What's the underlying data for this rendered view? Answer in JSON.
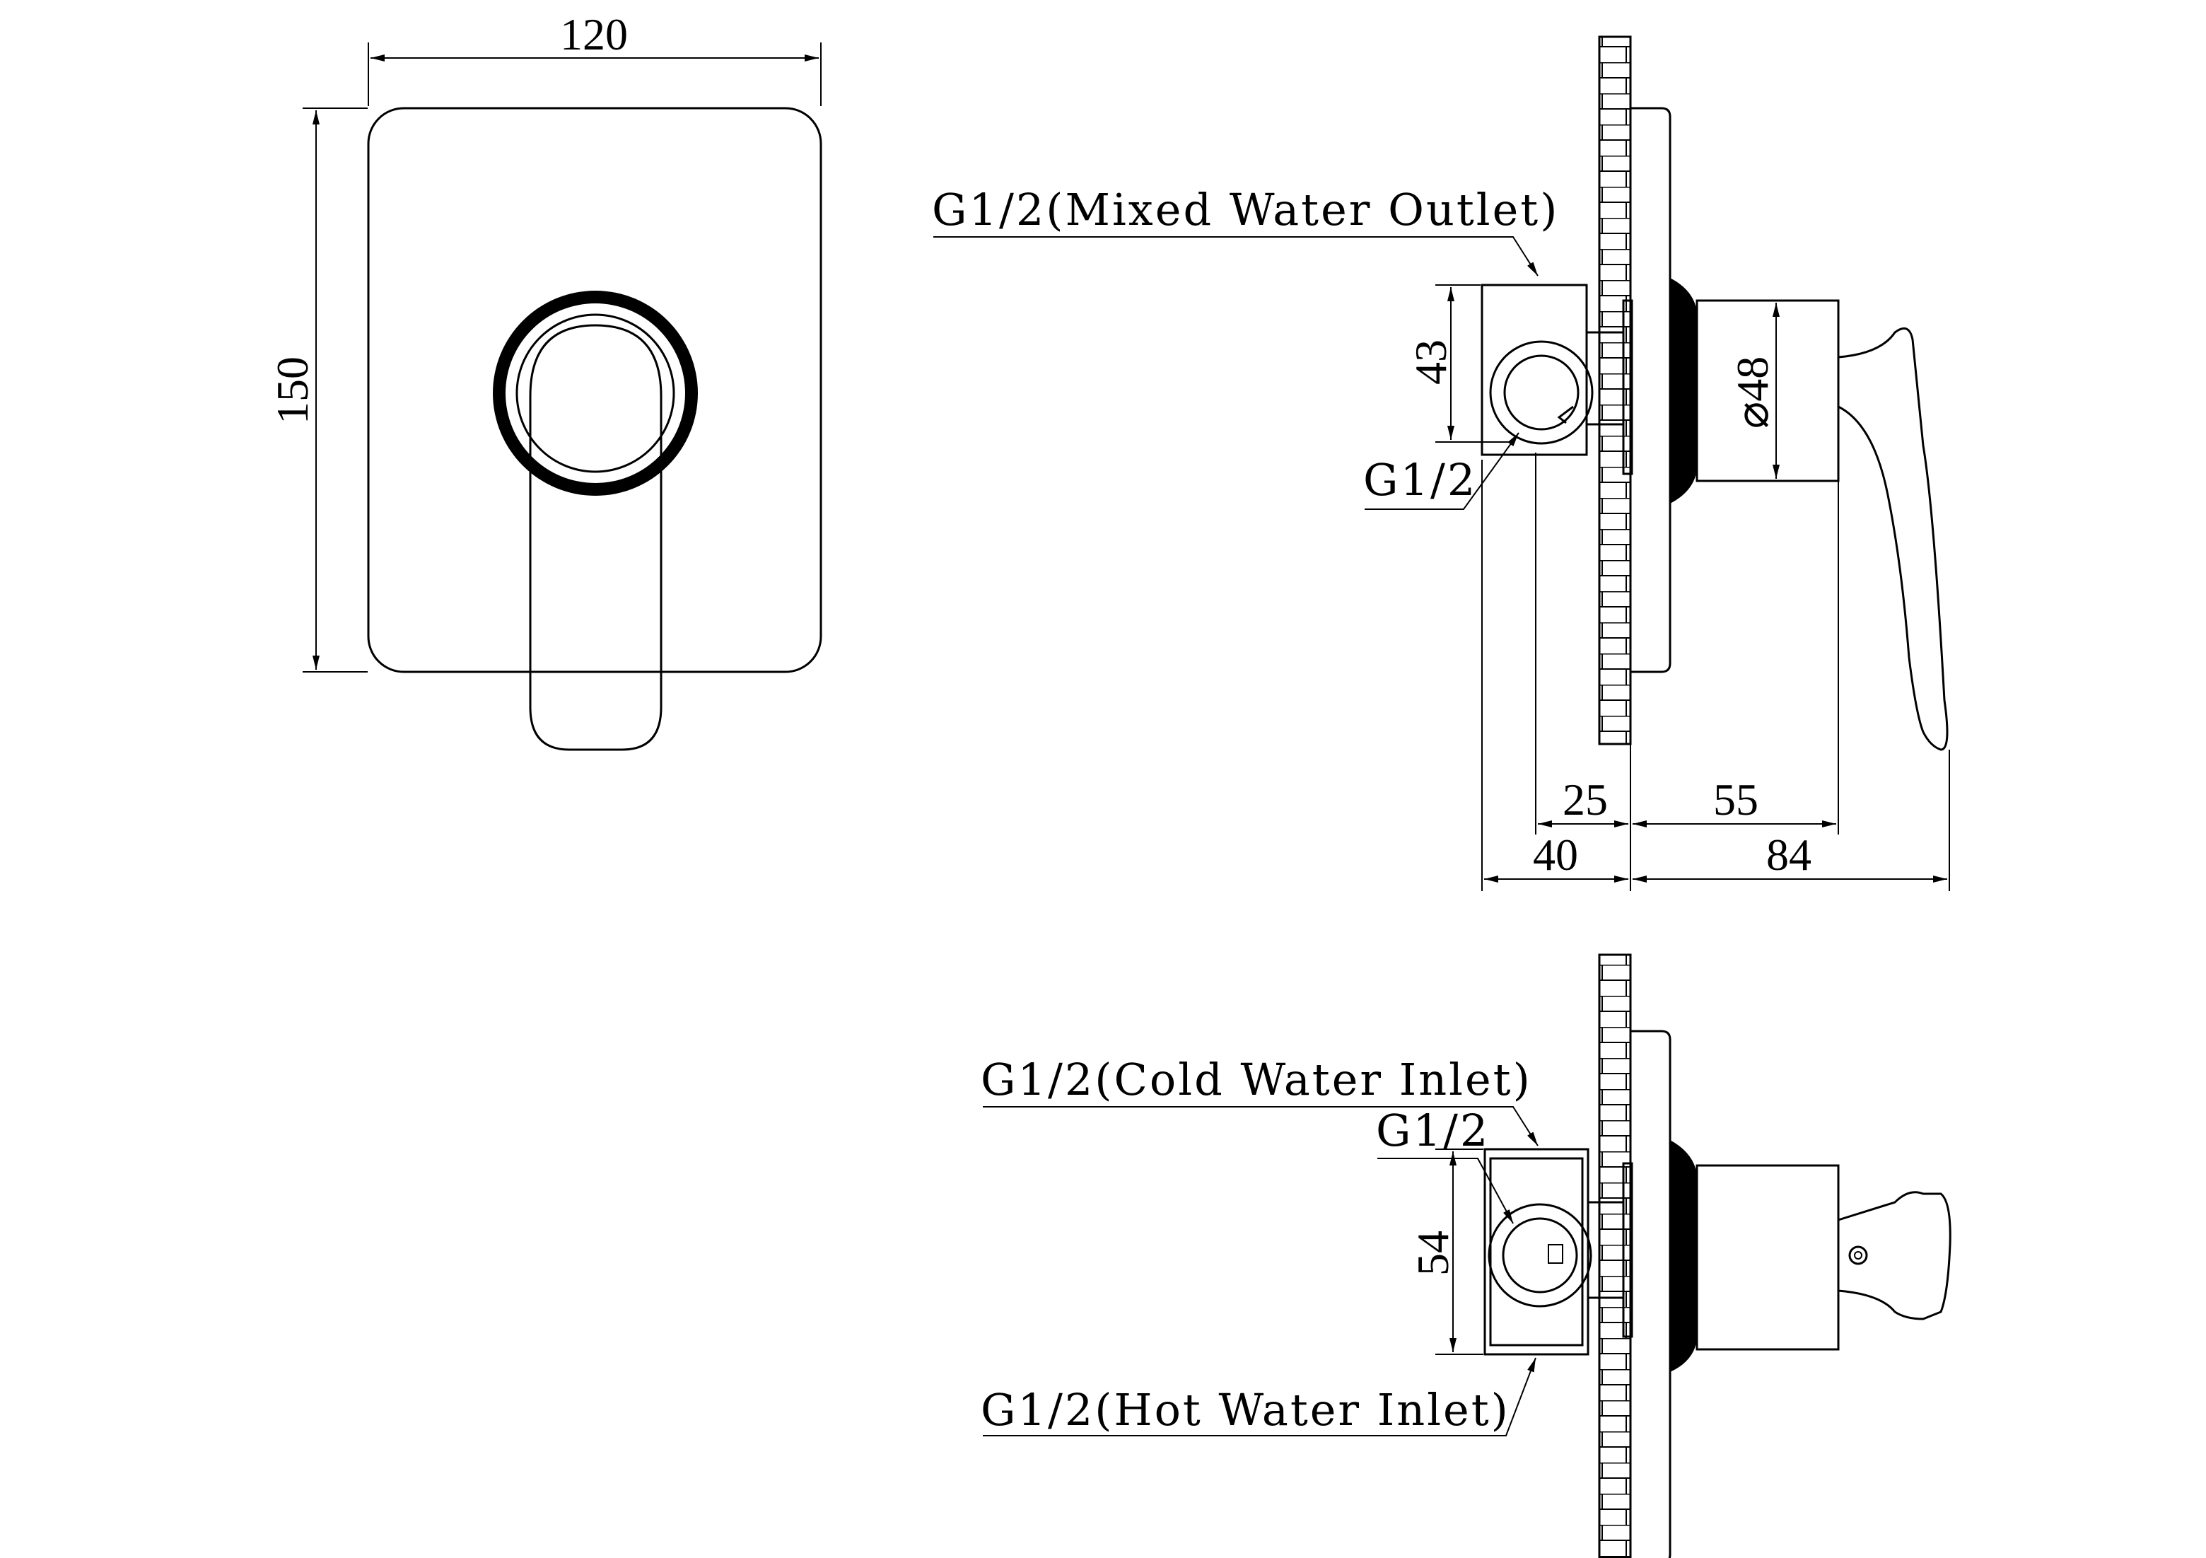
{
  "front_view": {
    "width_dim": "120",
    "height_dim": "150"
  },
  "side_view_top": {
    "label_outlet": "G1/2(Mixed Water Outlet)",
    "label_port": "G1/2",
    "dim_43": "43",
    "dim_diameter": "⌀48",
    "dim_25": "25",
    "dim_55": "55",
    "dim_40": "40",
    "dim_84": "84"
  },
  "side_view_bottom": {
    "label_cold": "G1/2(Cold Water Inlet)",
    "label_port": "G1/2",
    "label_hot": "G1/2(Hot Water Inlet)",
    "dim_54": "54"
  }
}
